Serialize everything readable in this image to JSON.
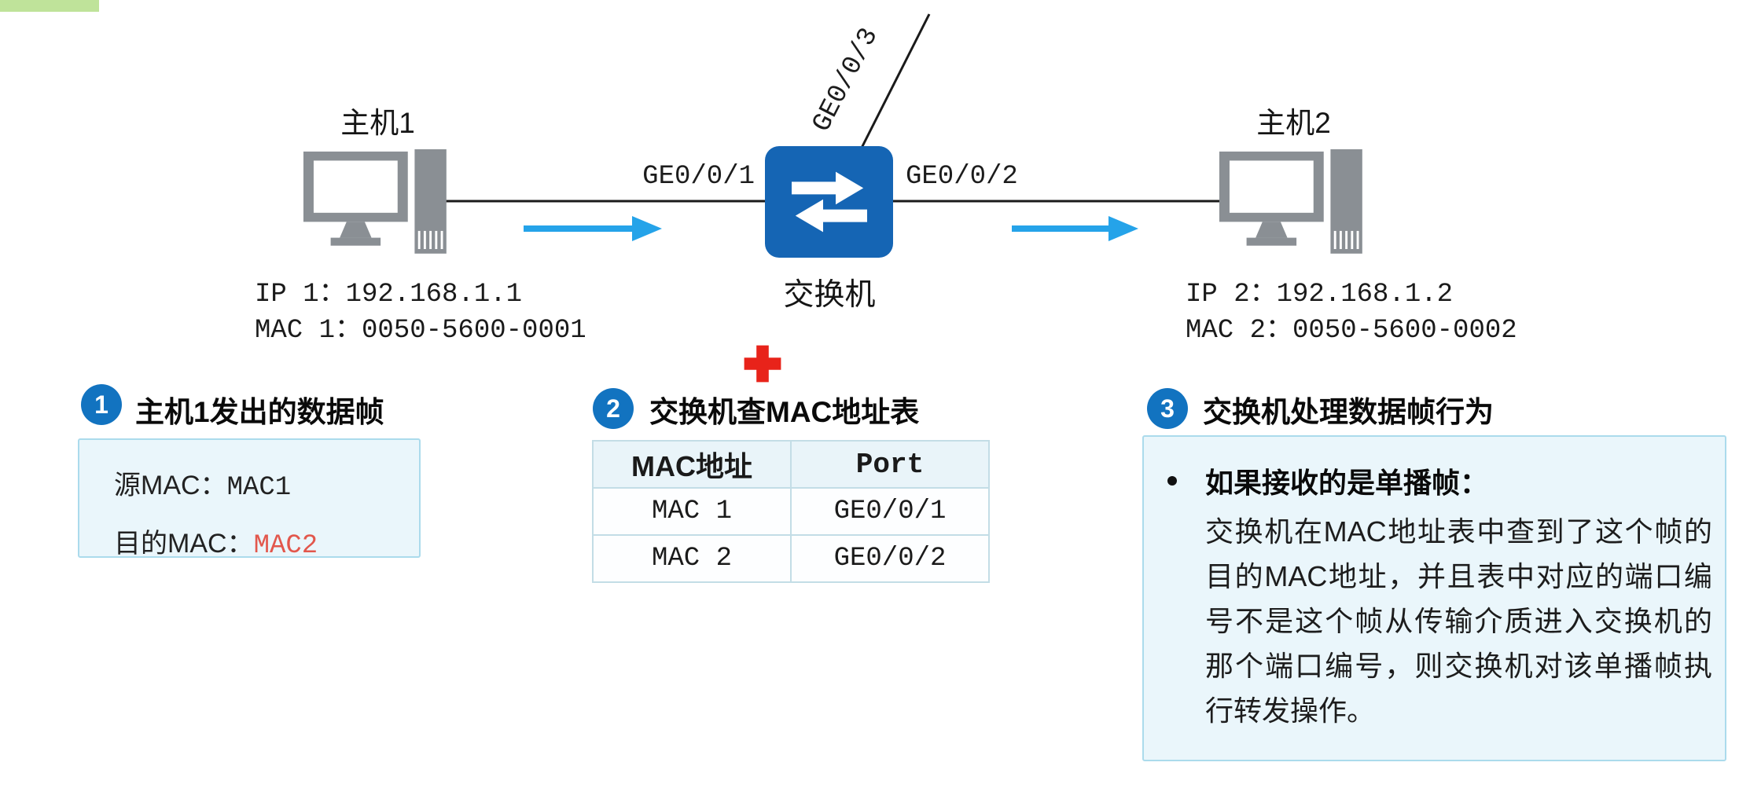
{
  "topology": {
    "host1": {
      "name": "主机1",
      "ip": "IP 1：192.168.1.1",
      "mac": "MAC 1：0050-5600-0001"
    },
    "host2": {
      "name": "主机2",
      "ip": "IP 2：192.168.1.2",
      "mac": "MAC 2：0050-5600-0002"
    },
    "switch_label": "交换机",
    "port_left": "GE0/0/1",
    "port_right": "GE0/0/2",
    "port_top": "GE0/0/3"
  },
  "sections": {
    "s1": {
      "badge": "1",
      "title": "主机1发出的数据帧",
      "frame": {
        "src_label": "源MAC：",
        "src_value": "MAC1",
        "dst_label": "目的MAC：",
        "dst_value": "MAC2"
      }
    },
    "s2": {
      "badge": "2",
      "title": "交换机查MAC地址表",
      "table": {
        "headers": [
          "MAC地址",
          "Port"
        ],
        "rows": [
          [
            "MAC 1",
            "GE0/0/1"
          ],
          [
            "MAC 2",
            "GE0/0/2"
          ]
        ]
      }
    },
    "s3": {
      "badge": "3",
      "title": "交换机处理数据帧行为",
      "bullet": "如果接收的是单播帧：",
      "body": "交换机在MAC地址表中查到了这个帧的目的MAC地址，并且表中对应的端口编号不是这个帧从传输介质进入交换机的那个端口编号，则交换机对该单播帧执行转发操作。"
    }
  },
  "colors": {
    "switch_blue": "#1565b4",
    "badge_blue": "#1273c0",
    "arrow_blue": "#25a3e9",
    "cross_red": "#e8231a",
    "highlight_red": "#e2574c",
    "panel_bg": "#eaf6fb",
    "panel_border": "#abdbec",
    "host_gray": "#8a8f94"
  }
}
